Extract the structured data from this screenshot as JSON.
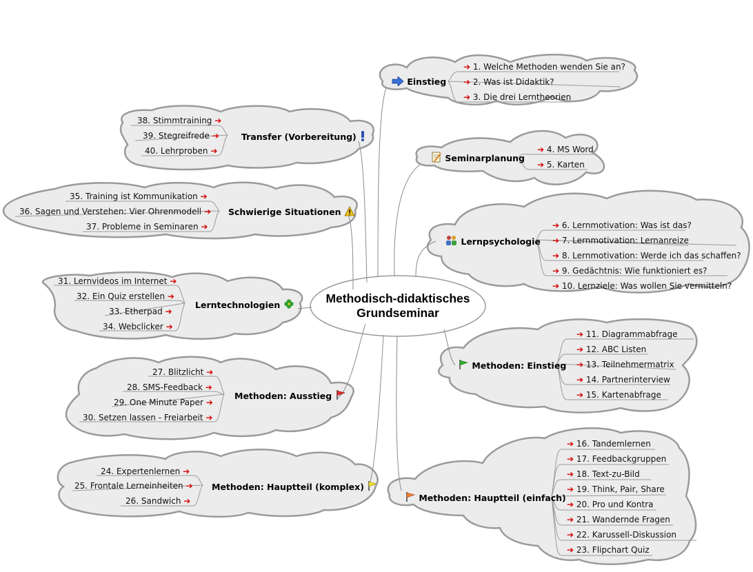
{
  "central_topic": {
    "line1": "Methodisch-didaktisches",
    "line2": "Grundseminar"
  },
  "branches": {
    "einstieg": {
      "title": "Einstieg",
      "icon": "arrow-right-blue-icon",
      "items": [
        "1. Welche Methoden wenden Sie an?",
        "2. Was ist Didaktik?",
        "3. Die drei Lerntheorien"
      ]
    },
    "seminarplanung": {
      "title": "Seminarplanung",
      "icon": "notepad-icon",
      "items": [
        "4. MS Word",
        "5. Karten"
      ]
    },
    "lernpsychologie": {
      "title": "Lernpsychologie",
      "icon": "people-icon",
      "items": [
        "6. Lernmotivation: Was ist das?",
        "7. Lernmotivation: Lernanreize",
        "8. Lernmotivation: Werde ich das schaffen?",
        "9. Gedächtnis: Wie funktioniert es?",
        "10. Lernziele: Was wollen Sie vermitteln?"
      ]
    },
    "methoden_einstieg": {
      "title": "Methoden: Einstieg",
      "icon": "green-flag-icon",
      "items": [
        "11. Diagrammabfrage",
        "12. ABC Listen",
        "13. Teilnehmermatrix",
        "14. Partnerinterview",
        "15. Kartenabfrage"
      ]
    },
    "hauptteil_einfach": {
      "title": "Methoden: Hauptteil (einfach)",
      "icon": "orange-flag-icon",
      "items": [
        "16. Tandemlernen",
        "17. Feedbackgruppen",
        "18. Text-zu-Bild",
        "19. Think, Pair, Share",
        "20. Pro und Kontra",
        "21. Wandernde Fragen",
        "22. Karussell-Diskussion",
        "23. Flipchart Quiz"
      ]
    },
    "hauptteil_komplex": {
      "title": "Methoden: Hauptteil (komplex)",
      "icon": "yellow-flag-icon",
      "items": [
        "24. Expertenlernen",
        "25. Frontale Lerneinheiten",
        "26. Sandwich"
      ]
    },
    "ausstieg": {
      "title": "Methoden: Ausstieg",
      "icon": "red-flag-icon",
      "items": [
        "27. Blitzlicht",
        "28. SMS-Feedback",
        "29. One Minute Paper",
        "30. Setzen lassen - Freiarbeit"
      ]
    },
    "lerntechnologien": {
      "title": "Lerntechnologien",
      "icon": "clover-icon",
      "items": [
        "31. Lernvideos im Internet",
        "32. Ein Quiz erstellen",
        "33. Etherpad",
        "34. Webclicker"
      ]
    },
    "schwierige": {
      "title": "Schwierige Situationen",
      "icon": "warning-icon",
      "items": [
        "35. Training ist Kommunikation",
        "36. Sagen und Verstehen: Vier Ohrenmodell",
        "37. Probleme in Seminaren"
      ]
    },
    "transfer": {
      "title": "Transfer (Vorbereitung)",
      "icon": "exclamation-icon",
      "items": [
        "38. Stimmtraining",
        "39. Stegreifrede",
        "40. Lehrproben"
      ]
    }
  },
  "colors": {
    "cloud_fill": "#ececec",
    "cloud_stroke": "#9a9a9a",
    "arrow": "#d40000",
    "connector": "#8a8a8a"
  }
}
